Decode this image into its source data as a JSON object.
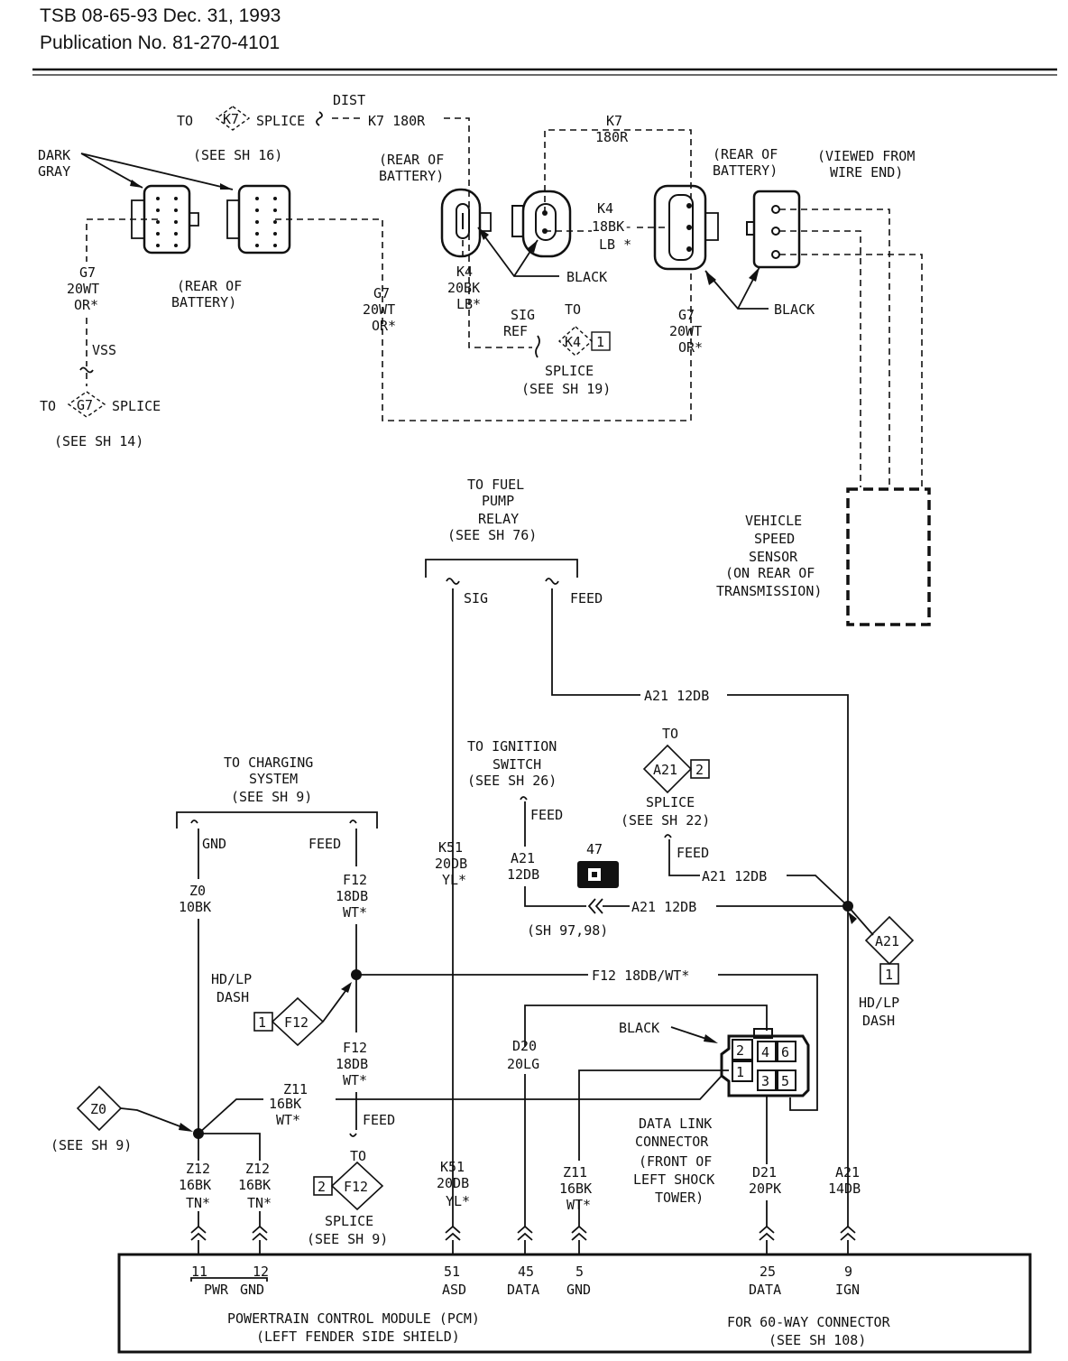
{
  "header": {
    "line1": "TSB 08-65-93 Dec. 31, 1993",
    "line2": "Publication No. 81-270-4101"
  },
  "labels": {
    "to_k7": "TO",
    "k7_sym": "K7",
    "splice_k7": "SPLICE",
    "see_sh16": "(SEE SH 16)",
    "dist": "DIST",
    "k7_180r_a": "K7 180R",
    "dark": "DARK",
    "gray": "GRAY",
    "rear_batt_l1": "(REAR OF",
    "rear_batt_l2": "BATTERY)",
    "g7_l_1": "G7",
    "g7_l_2": "20WT",
    "g7_l_3": "OR*",
    "vss": "VSS",
    "to_g7": "TO",
    "g7_sym": "G7",
    "splice_g7": "SPLICE",
    "see_sh14": "(SEE SH 14)",
    "g7_m_1": "G7",
    "g7_m_2": "20WT",
    "g7_m_3": "OR*",
    "rear_b2_1": "(REAR OF",
    "rear_b2_2": "BATTERY)",
    "k7_b_1": "K7",
    "k7_b_2": "180R",
    "rear_b3_1": "(REAR OF",
    "rear_b3_2": "BATTERY)",
    "viewed_1": "(VIEWED FROM",
    "viewed_2": "WIRE END)",
    "k4_m_1": "K4",
    "k4_m_2": "18BK-",
    "k4_m_3": "LB *",
    "black_1": "BLACK",
    "black_2": "BLACK",
    "k4_l_1": "K4",
    "k4_l_2": "20BK",
    "k4_l_3": "LB*",
    "sig": "SIG",
    "ref": "REF",
    "to_k4": "TO",
    "k4_sym": "K4",
    "k4_pin": "1",
    "splice_k4": "SPLICE",
    "see_sh19": "(SEE SH 19)",
    "g7_r_1": "G7",
    "g7_r_2": "20WT",
    "g7_r_3": "OR*",
    "vss_1": "VEHICLE",
    "vss_2": "SPEED",
    "vss_3": "SENSOR",
    "vss_4": "(ON REAR OF",
    "vss_5": "TRANSMISSION)",
    "fp_1": "TO FUEL",
    "fp_2": "PUMP",
    "fp_3": "RELAY",
    "fp_4": "(SEE SH 76)",
    "fp_sig": "SIG",
    "fp_feed": "FEED",
    "a21_top": "A21 12DB",
    "chg_1": "TO CHARGING",
    "chg_2": "SYSTEM",
    "chg_3": "(SEE SH 9)",
    "gnd": "GND",
    "feed_c": "FEED",
    "z0_1": "Z0",
    "z0_2": "10BK",
    "f12_1": "F12",
    "f12_2": "18DB",
    "f12_3": "WT*",
    "ign_1": "TO IGNITION",
    "ign_2": "SWITCH",
    "ign_3": "(SEE SH 26)",
    "ign_feed": "FEED",
    "k51_1": "K51",
    "k51_2": "20DB",
    "k51_3": "YL*",
    "a21_s1": "A21",
    "a21_s2": "12DB",
    "n47": "47",
    "a21_mid": "A21 12DB",
    "sh97": "(SH 97,98)",
    "to_a21": "TO",
    "a21_sym": "A21",
    "a21_pin": "2",
    "splice_a21": "SPLICE",
    "see_sh22": "(SEE SH 22)",
    "feed_a21": "FEED",
    "a21_h": "A21 12DB",
    "hd_l_1": "HD/LP",
    "hd_l_2": "DASH",
    "f12_pin": "1",
    "f12_sym": "F12",
    "f12_long": "F12 18DB/WT*",
    "hd_r_1": "HD/LP",
    "hd_r_2": "DASH",
    "a21_r_sym": "A21",
    "a21_r_pin": "1",
    "black_dl": "BLACK",
    "d20_1": "D20",
    "d20_2": "20LG",
    "dl_1": "2",
    "dl_2": "1",
    "dl_3": "4",
    "dl_4": "6",
    "dl_5": "3",
    "dl_6": "5",
    "f12b_1": "F12",
    "f12b_2": "18DB",
    "f12b_3": "WT*",
    "feed_f12": "FEED",
    "z11_1": "Z11",
    "z11_2": "16BK",
    "z11_3": "WT*",
    "z0_sym": "Z0",
    "see_sh9_a": "(SEE SH 9)",
    "z12a_1": "Z12",
    "z12a_2": "16BK",
    "z12a_3": "TN*",
    "z12b_1": "Z12",
    "z12b_2": "16BK",
    "z12b_3": "TN*",
    "to_f12": "TO",
    "f12s_pin": "2",
    "f12s_sym": "F12",
    "splice_f12": "SPLICE",
    "see_sh9_b": "(SEE SH 9)",
    "k51b_1": "K51",
    "k51b_2": "20DB",
    "k51b_3": "YL*",
    "z11b_1": "Z11",
    "z11b_2": "16BK",
    "z11b_3": "WT*",
    "dlc_1": "DATA LINK",
    "dlc_2": "CONNECTOR",
    "dlc_3": "(FRONT OF",
    "dlc_4": "LEFT SHOCK",
    "dlc_5": "TOWER)",
    "d21_1": "D21",
    "d21_2": "20PK",
    "a21b_1": "A21",
    "a21b_2": "14DB"
  },
  "pcm": {
    "pins": [
      {
        "num": "11",
        "name": "PWR"
      },
      {
        "num": "12",
        "name": "GND"
      },
      {
        "num": "51",
        "name": "ASD"
      },
      {
        "num": "45",
        "name": "DATA"
      },
      {
        "num": "5",
        "name": "GND"
      },
      {
        "num": "25",
        "name": "DATA"
      },
      {
        "num": "9",
        "name": "IGN"
      }
    ],
    "title_1": "POWERTRAIN CONTROL MODULE (PCM)",
    "title_2": "(LEFT FENDER SIDE SHIELD)",
    "conn_1": "FOR 60-WAY CONNECTOR",
    "conn_2": "(SEE SH 108)"
  }
}
